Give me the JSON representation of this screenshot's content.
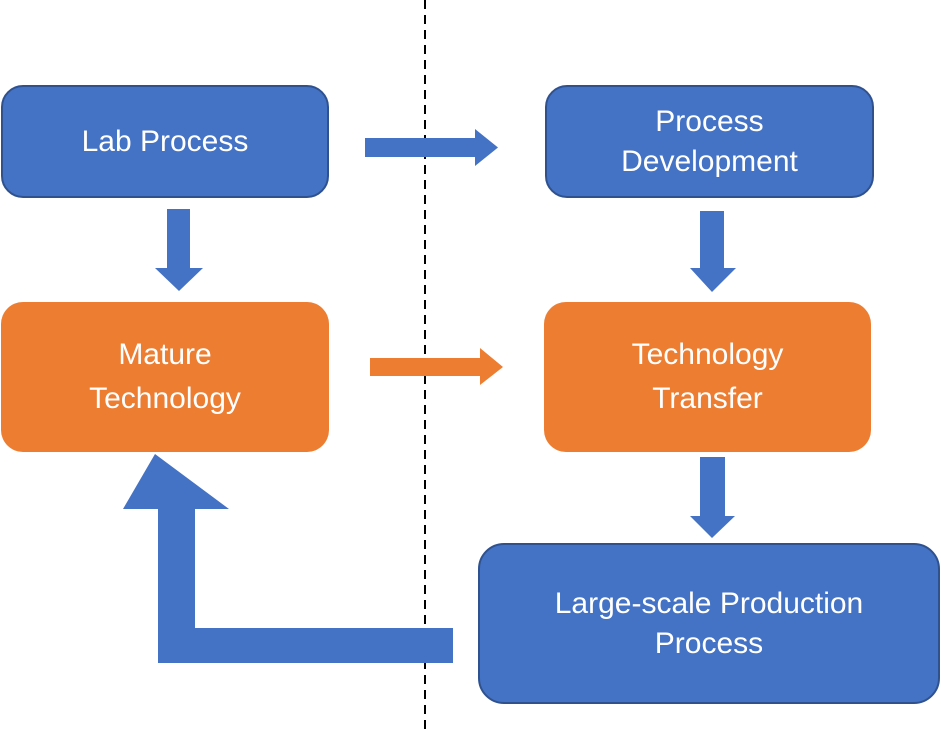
{
  "colors": {
    "blue": "#4472C4",
    "blue_border": "#2F528F",
    "orange": "#ED7D31",
    "divider": "#000000"
  },
  "boxes": {
    "lab_process": "Lab Process",
    "process_development": "Process\nDevelopment",
    "mature_technology": "Mature\nTechnology",
    "technology_transfer": "Technology\nTransfer",
    "large_scale": "Large-scale Production\nProcess"
  }
}
